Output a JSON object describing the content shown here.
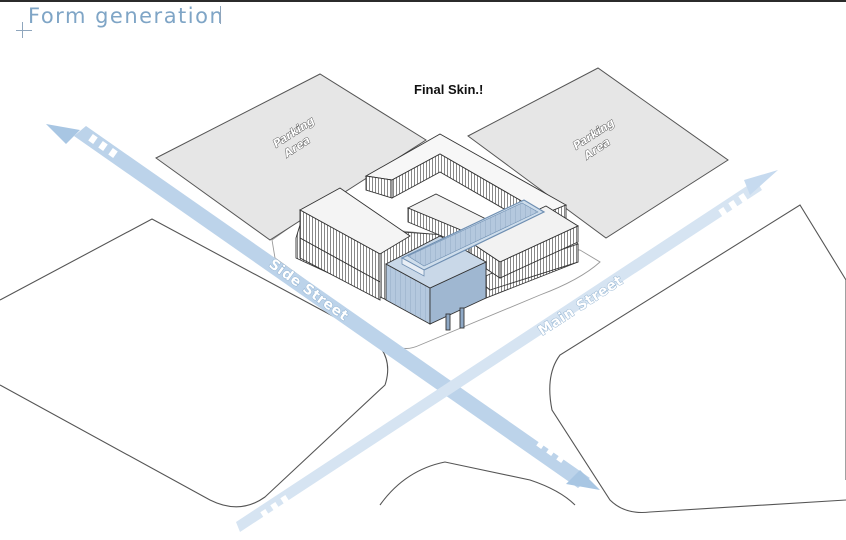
{
  "header": {
    "title": "Form generation"
  },
  "diagram": {
    "caption": "Final Skin.!",
    "parking_left": {
      "line1": "Parking",
      "line2": "Area"
    },
    "parking_right": {
      "line1": "Parking",
      "line2": "Area"
    },
    "streets": {
      "side": "Side Street",
      "main": "Main Street"
    }
  },
  "colors": {
    "accent_blue": "#7fa5c6",
    "street_blue": "#bcd3ea",
    "parking_gray": "#e8e8e8",
    "glass_blue": "#a9c0d8",
    "outline": "#333333"
  }
}
